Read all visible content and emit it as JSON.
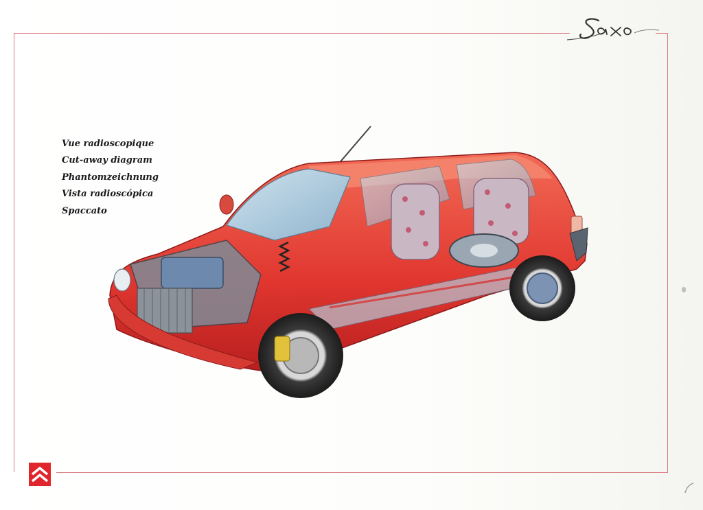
{
  "brand": {
    "model_logo_text": "Saxo",
    "badge_icon": "chevrons-logo-icon",
    "accent_color": "#e0262c",
    "frame_color": "#d9767a"
  },
  "captions": [
    "Vue radioscopique",
    "Cut-away diagram",
    "Phantomzeichnung",
    "Vista radioscópica",
    "Spaccato"
  ],
  "illustration": {
    "subject": "car-cutaway-illustration-icon",
    "body_color": "#e8413a"
  }
}
